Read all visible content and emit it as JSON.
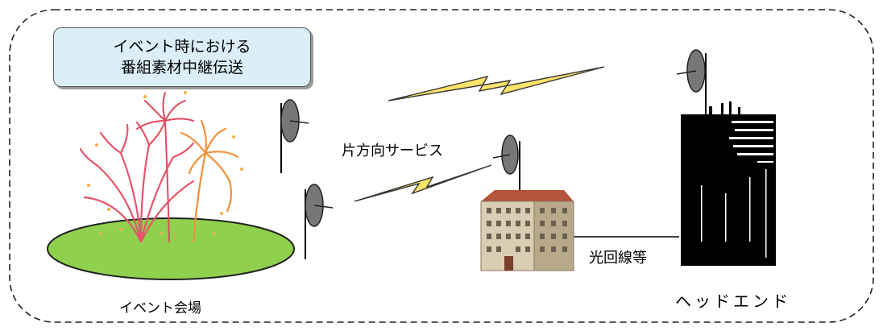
{
  "title_box": {
    "line1": "イベント時における",
    "line2": "番組素材中継伝送"
  },
  "labels": {
    "one_way_service": "片方向サービス",
    "optical_line": "光回線等",
    "event_venue": "イベント会場",
    "headend": "ヘッドエンド"
  },
  "colors": {
    "title_fill": "#dbeefa",
    "ground_fill": "#8fd14f",
    "lightning_fill": "#ffe36b",
    "firework_red": "#e8546a",
    "firework_orange": "#f2903a",
    "building_fill": "#d9cdb4",
    "building_roof": "#b5533b",
    "tower_fill": "#000000"
  },
  "icons": [
    "dish-antenna-icon",
    "lightning-bolt-icon",
    "fireworks-icon",
    "building-icon",
    "tower-icon"
  ]
}
